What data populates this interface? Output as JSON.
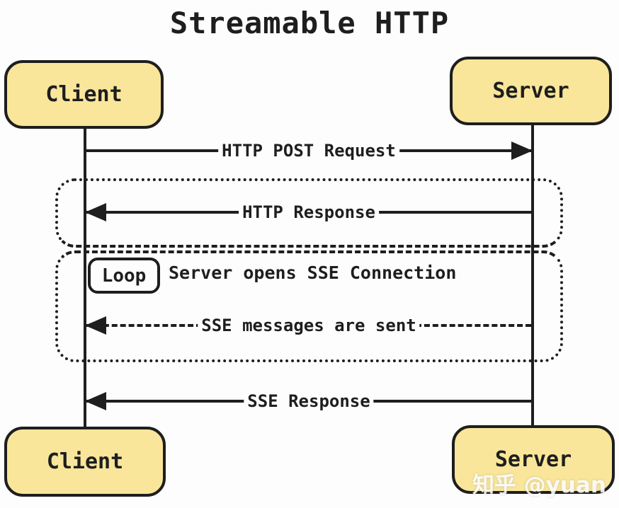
{
  "title": "Streamable HTTP",
  "actors": {
    "top_left": "Client",
    "top_right": "Server",
    "bottom_left": "Client",
    "bottom_right": "Server"
  },
  "messages": [
    {
      "label": "HTTP POST Request",
      "from": "Client",
      "to": "Server",
      "direction": "right",
      "line_style": "solid"
    },
    {
      "label": "HTTP Response",
      "from": "Server",
      "to": "Client",
      "direction": "left",
      "line_style": "solid"
    },
    {
      "label": "SSE messages are sent",
      "from": "Server",
      "to": "Client",
      "direction": "left",
      "line_style": "dashed"
    },
    {
      "label": "SSE Response",
      "from": "Server",
      "to": "Client",
      "direction": "left",
      "line_style": "solid"
    }
  ],
  "loop": {
    "badge_label": "Loop",
    "caption": "Server opens SSE Connection"
  },
  "watermark": "知乎 @yuan",
  "colors": {
    "actor_fill": "#F9E69A",
    "line": "#1e1e1e",
    "background": "#fdfdfd",
    "watermark": "#ffffff"
  }
}
